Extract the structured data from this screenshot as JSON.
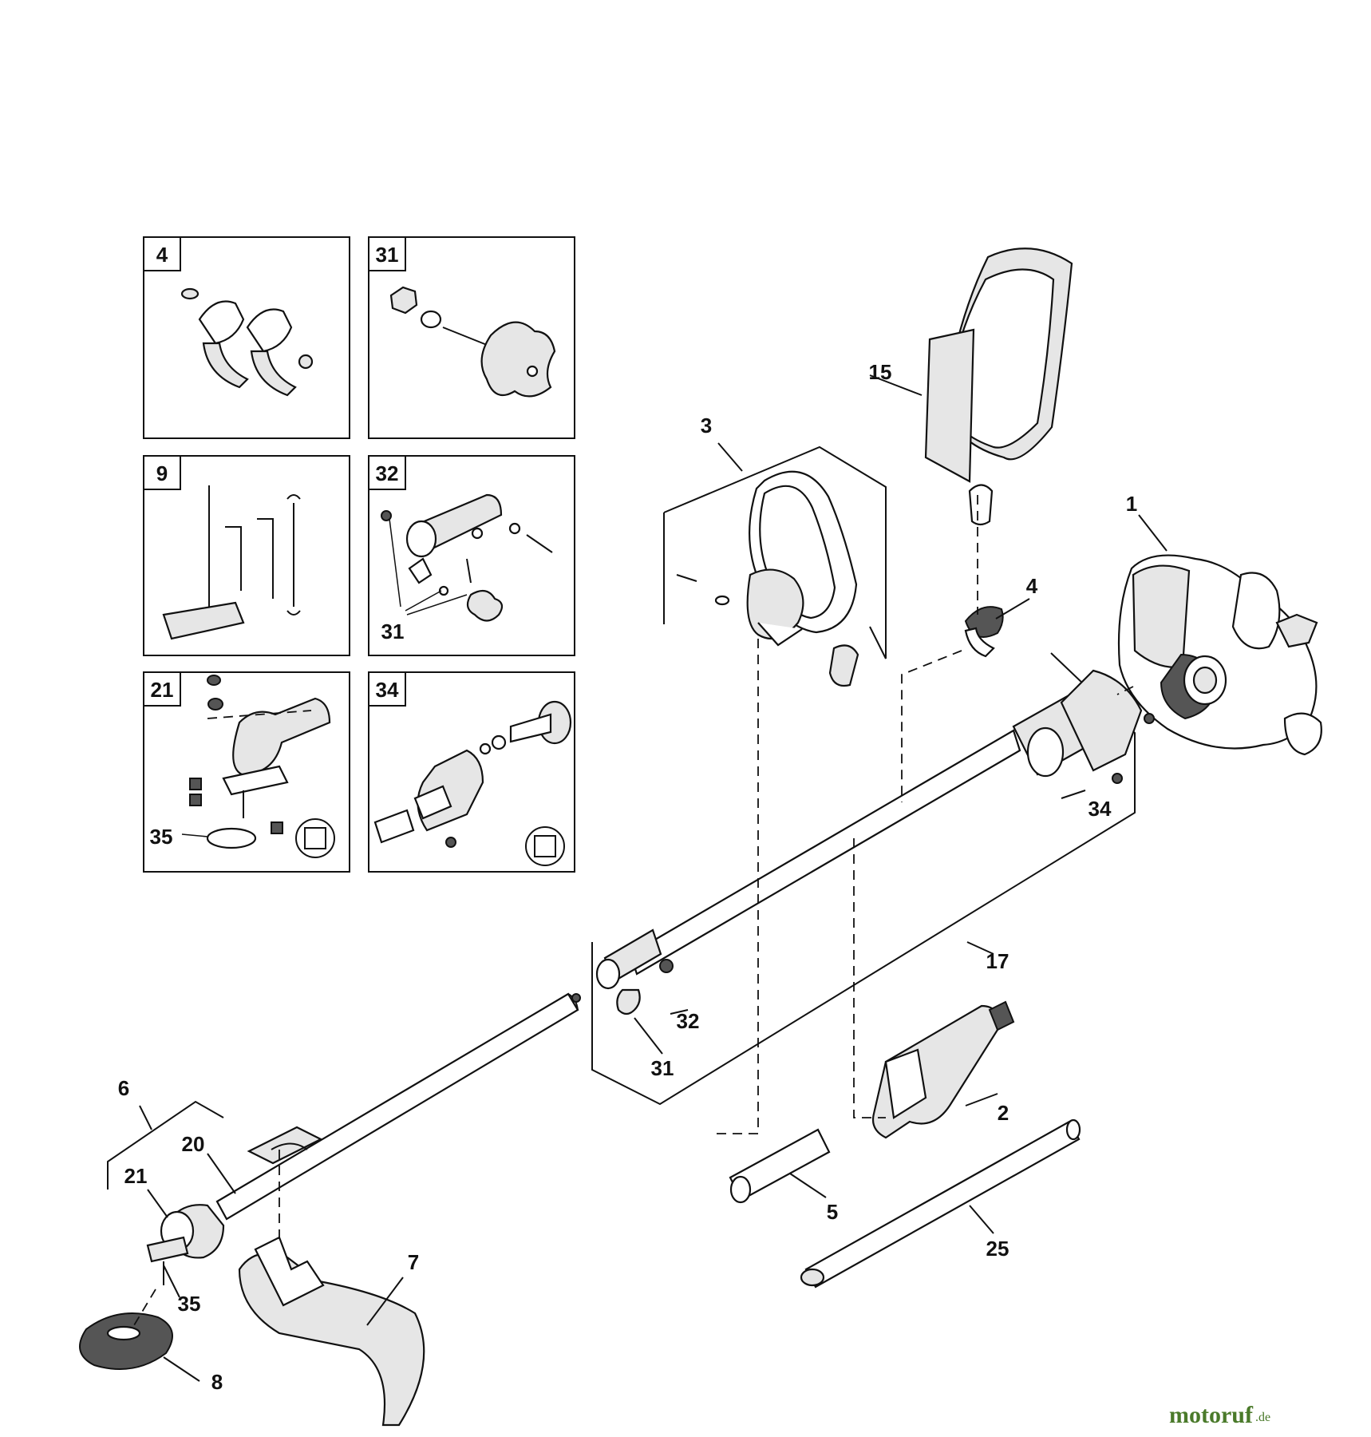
{
  "insets": [
    {
      "id": "inset-4",
      "label": "4"
    },
    {
      "id": "inset-31",
      "label": "31"
    },
    {
      "id": "inset-9",
      "label": "9"
    },
    {
      "id": "inset-32",
      "label": "32"
    },
    {
      "id": "inset-21",
      "label": "21"
    },
    {
      "id": "inset-34",
      "label": "34"
    }
  ],
  "inset_callouts": {
    "inset32_31": "31",
    "inset21_35": "35"
  },
  "callouts": {
    "c1": "1",
    "c2": "2",
    "c3": "3",
    "c4": "4",
    "c5": "5",
    "c6": "6",
    "c7": "7",
    "c8": "8",
    "c15": "15",
    "c17": "17",
    "c20": "20",
    "c21": "21",
    "c25": "25",
    "c31": "31",
    "c32": "32",
    "c34": "34",
    "c35": "35"
  },
  "watermark": {
    "text": "motoruf",
    "suffix": ".de"
  }
}
